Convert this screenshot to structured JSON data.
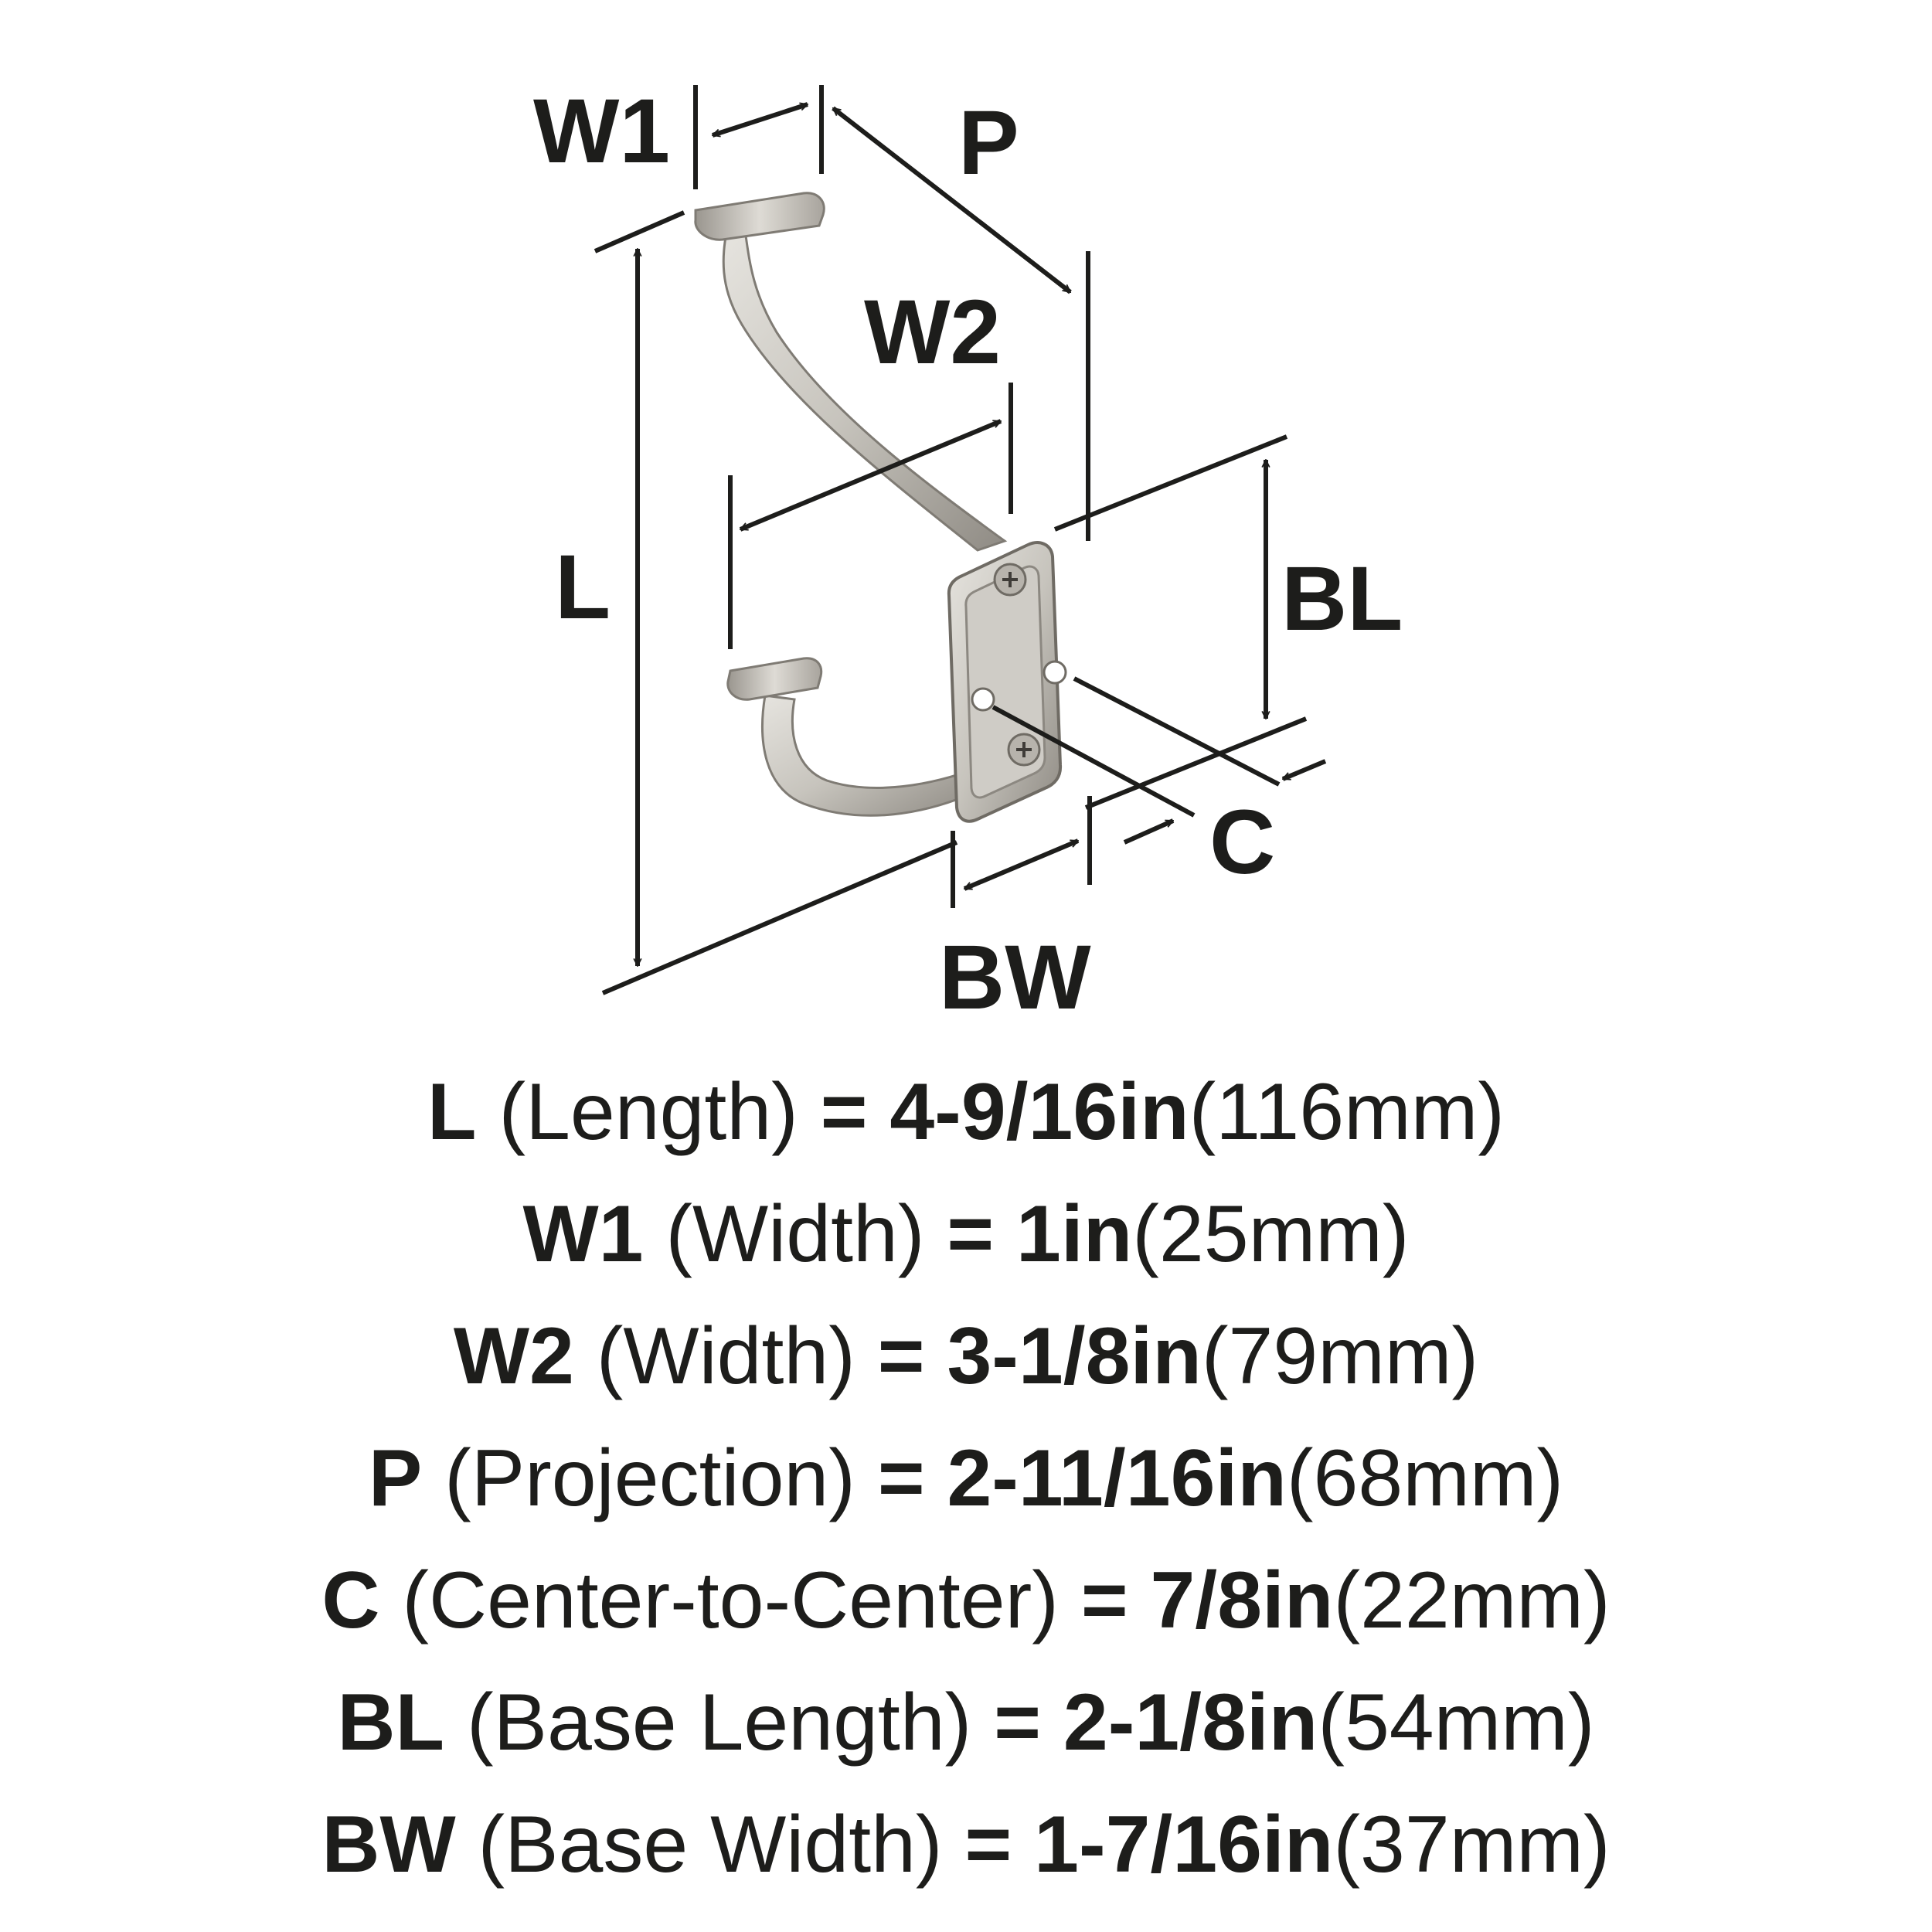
{
  "diagram": {
    "labels": {
      "w1": "W1",
      "p": "P",
      "w2": "W2",
      "l": "L",
      "bl": "BL",
      "c": "C",
      "bw": "BW"
    },
    "product_color": "#c7c4bd",
    "line_color": "#1d1d1b"
  },
  "specs": [
    {
      "abbr": "L",
      "desc": "(Length)",
      "eq": "=",
      "inch": "4-9/16in",
      "mm": "(116mm)"
    },
    {
      "abbr": "W1",
      "desc": "(Width)",
      "eq": "=",
      "inch": "1in",
      "mm": "(25mm)"
    },
    {
      "abbr": "W2",
      "desc": "(Width)",
      "eq": "=",
      "inch": "3-1/8in",
      "mm": "(79mm)"
    },
    {
      "abbr": "P",
      "desc": "(Projection)",
      "eq": "=",
      "inch": "2-11/16in",
      "mm": "(68mm)"
    },
    {
      "abbr": "C",
      "desc": "(Center-to-Center)",
      "eq": "=",
      "inch": "7/8in",
      "mm": "(22mm)"
    },
    {
      "abbr": "BL",
      "desc": "(Base Length)",
      "eq": "=",
      "inch": "2-1/8in",
      "mm": "(54mm)"
    },
    {
      "abbr": "BW",
      "desc": "(Base Width)",
      "eq": "=",
      "inch": "1-7/16in",
      "mm": "(37mm)"
    }
  ]
}
